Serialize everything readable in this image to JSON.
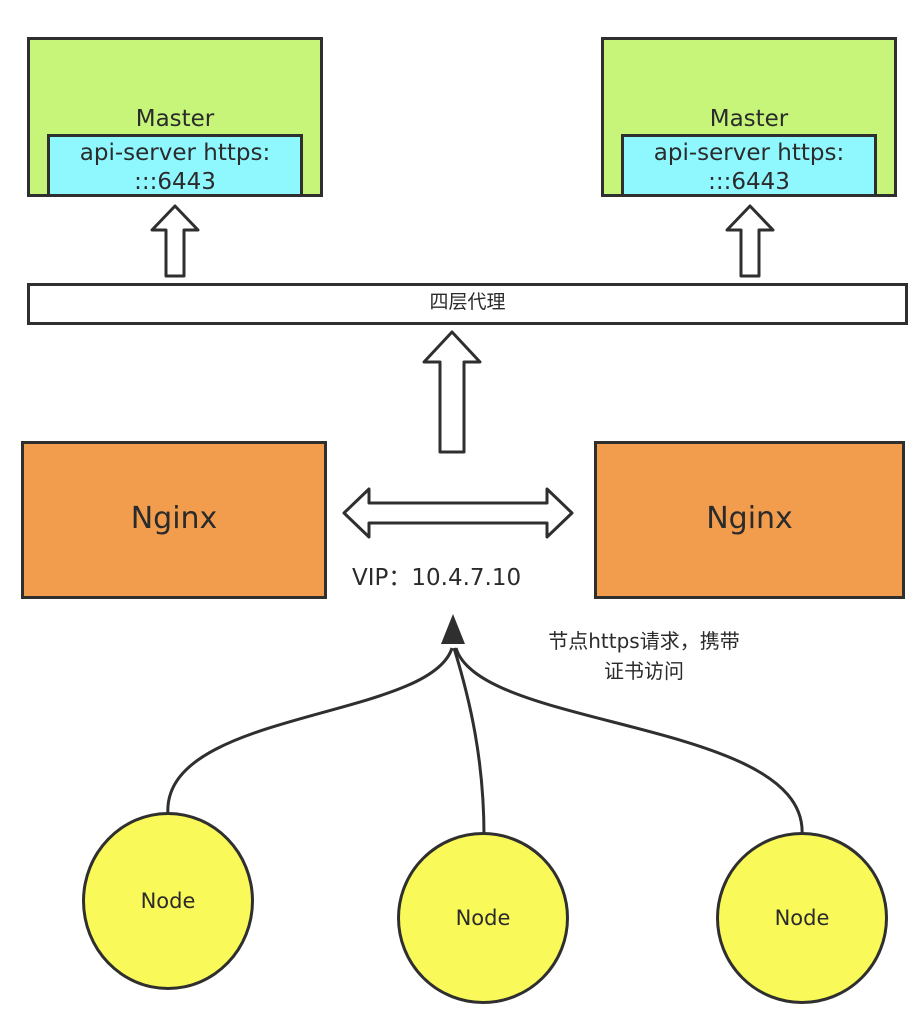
{
  "masters": [
    {
      "label": "Master",
      "api_line1": "api-server https:",
      "api_line2": ":::6443"
    },
    {
      "label": "Master",
      "api_line1": "api-server https:",
      "api_line2": ":::6443"
    }
  ],
  "proxy": {
    "label": "四层代理"
  },
  "nginx": [
    {
      "label": "Nginx"
    },
    {
      "label": "Nginx"
    }
  ],
  "vip": {
    "label": "VIP：10.4.7.10"
  },
  "note": {
    "line1": "节点https请求，携带",
    "line2": "证书访问"
  },
  "nodes": [
    {
      "label": "Node"
    },
    {
      "label": "Node"
    },
    {
      "label": "Node"
    }
  ],
  "colors": {
    "master_fill": "#c6f57a",
    "api_fill": "#8ff8ff",
    "nginx_fill": "#f29d4e",
    "node_fill": "#f9f95a",
    "stroke": "#2f2f2f"
  }
}
